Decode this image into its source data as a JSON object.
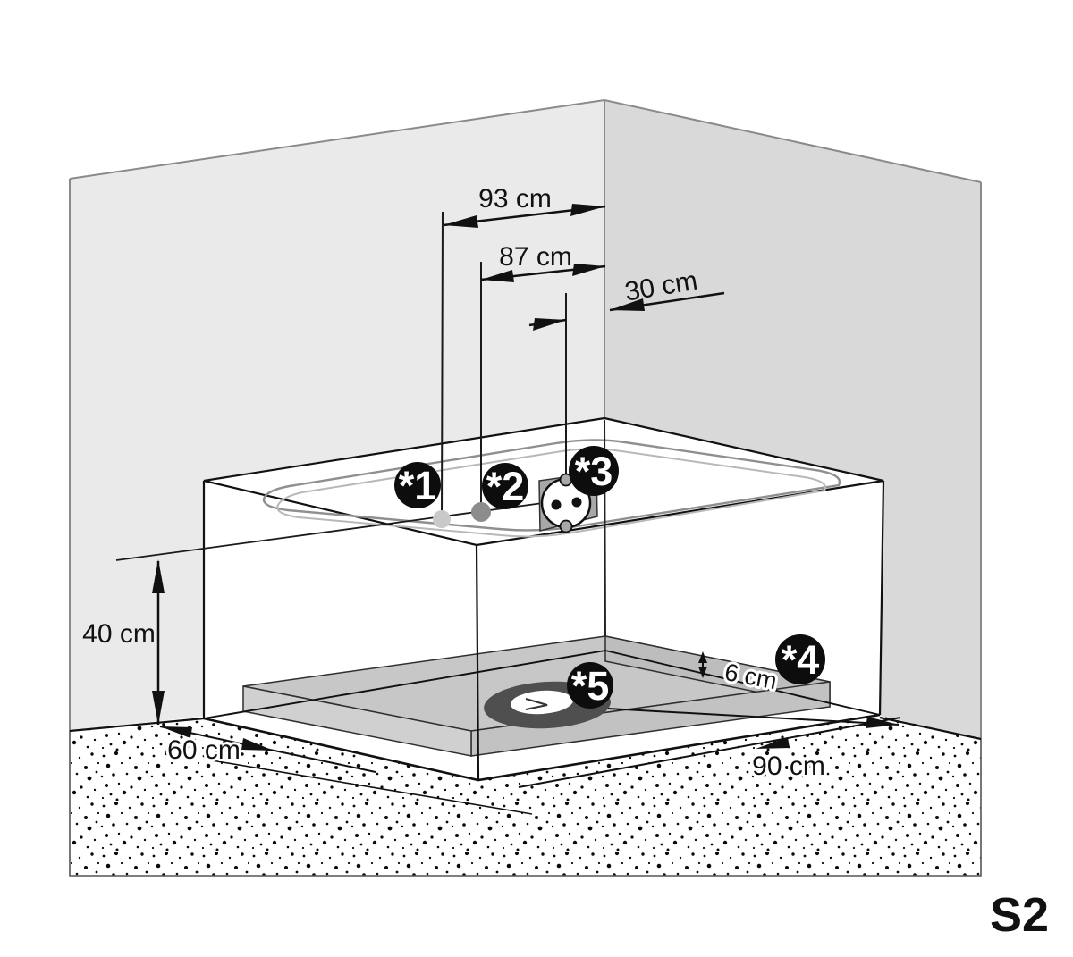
{
  "diagram": {
    "sheet_label": "S2",
    "dimensions": {
      "d93": "93 cm",
      "d87": "87 cm",
      "d30": "30 cm",
      "d40": "40 cm",
      "d60": "60 cm",
      "d90": "90 cm",
      "d6": "6 cm"
    },
    "callouts": [
      {
        "label": "*1"
      },
      {
        "label": "*2"
      },
      {
        "label": "*3"
      },
      {
        "label": "*4"
      },
      {
        "label": "*5"
      }
    ],
    "colors": {
      "wall_left": "#eaeaea",
      "wall_right": "#d9d9d9",
      "platform_top": "#c7c7c7",
      "platform_side_right": "#bdbdbd",
      "platform_side_front": "#c2c2c2",
      "platform_side_left": "#d0d0d0",
      "callout_bg": "#0d0d0d",
      "socket_plate": "#a8a8a8",
      "drain_dark": "#4f4f4f",
      "sheet_label_red": "#e8191f"
    }
  }
}
